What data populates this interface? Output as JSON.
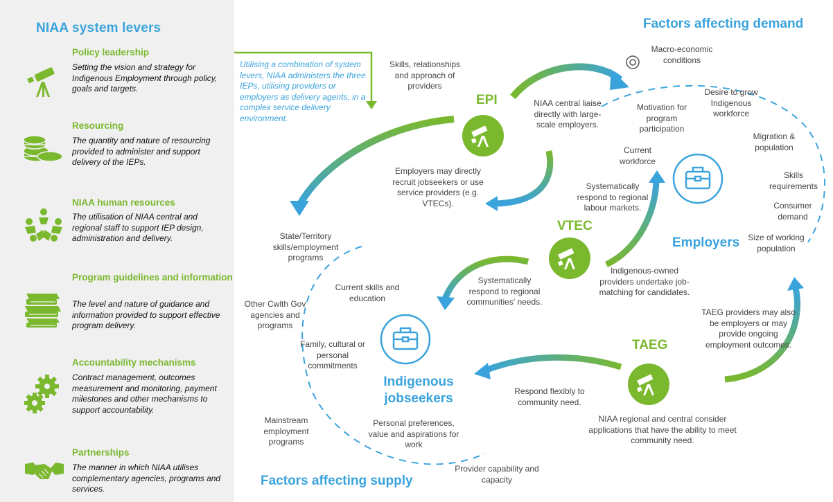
{
  "left_panel": {
    "title": "NIAA system levers",
    "levers": [
      {
        "title": "Policy leadership",
        "desc": "Setting the vision and strategy for Indigenous Employment through policy, goals and targets.",
        "icon": "telescope-icon"
      },
      {
        "title": "Resourcing",
        "desc": "The quantity and nature of resourcing provided to administer and support delivery of the IEPs.",
        "icon": "coins-icon"
      },
      {
        "title": "NIAA human resources",
        "desc": "The utilisation of NIAA central and regional staff to support IEP design, administration and delivery.",
        "icon": "people-circle-icon"
      },
      {
        "title": "Program guidelines and information",
        "desc": "The level and nature of guidance and information provided to support effective program delivery.",
        "icon": "books-icon"
      },
      {
        "title": "Accountability mechanisms",
        "desc": "Contract management, outcomes measurement and monitoring, payment milestones and other mechanisms to support accountability.",
        "icon": "gears-icon"
      },
      {
        "title": "Partnerships",
        "desc": "The manner in which NIAA utilises complementary agencies, programs and services.",
        "icon": "handshake-icon"
      }
    ]
  },
  "intro_note": "Utilising a combination of system levers, NIAA administers the three IEPs, utilising providers or employers as delivery agents, in a complex service delivery environment.",
  "headings": {
    "demand": "Factors affecting demand",
    "supply": "Factors affecting supply"
  },
  "nodes": {
    "epi": "EPI",
    "vtec": "VTEC",
    "taeg": "TAEG",
    "employers": "Employers",
    "jobseekers": "Indigenous jobseekers"
  },
  "flow_text": {
    "skills_providers": "Skills, relationships and approach of providers",
    "niaa_liaise": "NIAA central liaise directly with large-scale employers.",
    "employers_recruit": "Employers may directly recruit jobseekers or use service providers (e.g. VTECs).",
    "respond_labour": "Systematically respond to regional labour markets.",
    "respond_communities": "Systematically respond to regional communities' needs.",
    "indigenous_owned": "Indigenous-owned providers undertake job-matching for candidates.",
    "taeg_providers": "TAEG providers may also be employers or may provide ongoing employment outcomes.",
    "respond_flexibly": "Respond flexibly to community need.",
    "niaa_regional": "NIAA regional and central consider applications that have the ability to meet community need."
  },
  "demand_factors": {
    "macro": "Macro-economic conditions",
    "motivation": "Motivation for program participation",
    "desire": "Desire to grow Indigenous workforce",
    "migration": "Migration & population",
    "current_workforce": "Current workforce",
    "skills_req": "Skills requirements",
    "consumer": "Consumer demand",
    "size": "Size of working population"
  },
  "supply_factors": {
    "state": "State/Territory skills/employment programs",
    "current_skills": "Current skills and education",
    "other_cwlth": "Other Cwlth Gov agencies and programs",
    "family": "Family, cultural or personal commitments",
    "mainstream": "Mainstream employment programs",
    "personal": "Personal preferences, value and aspirations for work",
    "provider_capability": "Provider capability and capacity"
  },
  "colors": {
    "green": "#7ab82e",
    "blue": "#3aa3dc",
    "panel": "#f0f0f0"
  }
}
